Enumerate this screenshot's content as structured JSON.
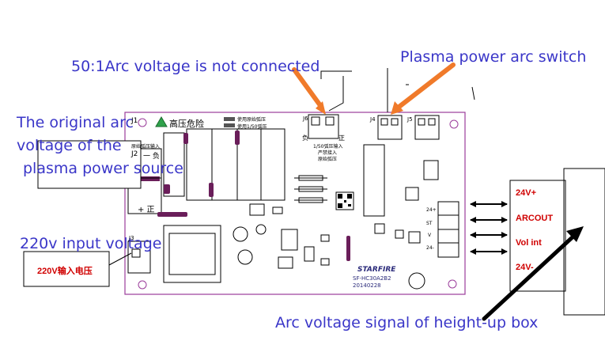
{
  "labels": {
    "arc_not_connected": "50:1Arc voltage is not connected",
    "power_arc_switch": "Plasma power arc switch",
    "original_arc_l1": "The original arc",
    "original_arc_l2": "voltage of the",
    "original_arc_l3": "plasma power source",
    "input_220v": "220v input voltage",
    "input_220v_cn": "220V输入电压",
    "height_up_box": "Arc voltage signal of height-up box"
  },
  "board": {
    "warning_text": "高压危险",
    "opt1": "使用原始弧压",
    "opt2": "使用1/50弧压",
    "j1": "J1",
    "j1_sub": "原始弧压输入",
    "j1_minus": "一 负",
    "j1_plus": "+ 正",
    "j2": "J2",
    "j3": "J3",
    "j4": "J4",
    "j5": "J5",
    "j6": "J6",
    "j6_minus": "负",
    "j6_plus": "正",
    "j6_desc1": "1/50弧压输入",
    "j6_desc2": "严禁接入",
    "j6_desc3": "原始弧压",
    "model": "SF-HC30A2B2",
    "date": "20140228",
    "logo": "STARFIRE",
    "pin_24p": "24+",
    "pin_st": "ST",
    "pin_v": "V",
    "pin_24m": "24-"
  },
  "signal_box": {
    "pins": [
      "24V+",
      "ARCOUT",
      "Vol int",
      "24V-"
    ]
  },
  "colors": {
    "annotation": "#3a36c8",
    "board_outline": "#9b3d9b",
    "arrow_orange": "#f07a2a",
    "signal_text": "#d00000",
    "rail": "#6a1e5a"
  }
}
